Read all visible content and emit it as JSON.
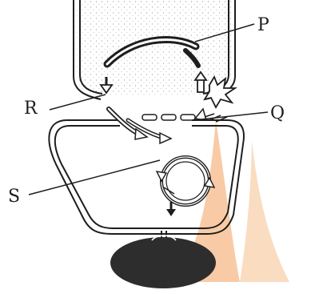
{
  "labels": {
    "p": "P",
    "r": "R",
    "q": "Q",
    "s": "S"
  },
  "colors": {
    "ink": "#1e1e1e",
    "watermark": "#f3a25f",
    "cell_body": "#2d2d2d",
    "stipple": "#9a9a9a"
  }
}
